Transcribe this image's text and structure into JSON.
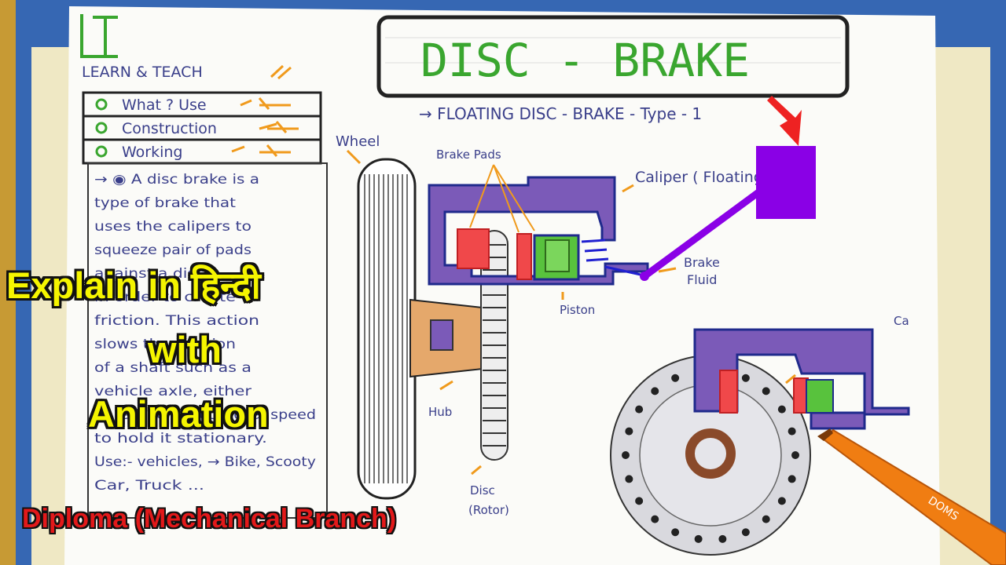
{
  "logo": {
    "mark": "LT",
    "text": "LEARN & TEACH"
  },
  "title": "DISC - BRAKE",
  "subtitle": "→ FLOATING DISC - BRAKE - Type - 1",
  "topics": [
    "What ? Use",
    "Construction",
    "Working"
  ],
  "notes": {
    "lines": [
      "→ ◉ A disc brake is a",
      "type of brake that",
      "uses the calipers to",
      "squeeze pair of pads",
      "against a disc",
      "in order to create",
      "friction. This action",
      "slows the rotation",
      "of a shaft such as a",
      "vehicle axle, either",
      "to reduce its rotational speed",
      "to hold it stationary.",
      "Use:- vehicles, → Bike, Scooty",
      "Car, Truck ..."
    ]
  },
  "labels": {
    "wheel": "Wheel",
    "brake_pads": "Brake Pads",
    "caliper": "Caliper ( Floating )",
    "brake_fluid_1": "Brake",
    "brake_fluid_2": "Fluid",
    "piston": "Piston",
    "hub": "Hub",
    "disc_1": "Disc",
    "disc_2": "(Rotor)",
    "caliper_2": "Ca",
    "pen_brand": "DOMS"
  },
  "overlay": {
    "line1": "Explain in हिन्दी",
    "line2": "with",
    "line3": "Animation",
    "footer": "Diploma (Mechanical Branch)"
  },
  "colors": {
    "title_green": "#3aa62f",
    "caliper_purple": "#7b5ab8",
    "pad_red": "#f0484a",
    "piston_green": "#58c23d",
    "overlay_yellow": "#f5f500",
    "footer_red": "#e2191a",
    "pen_orange": "#f07d12"
  }
}
